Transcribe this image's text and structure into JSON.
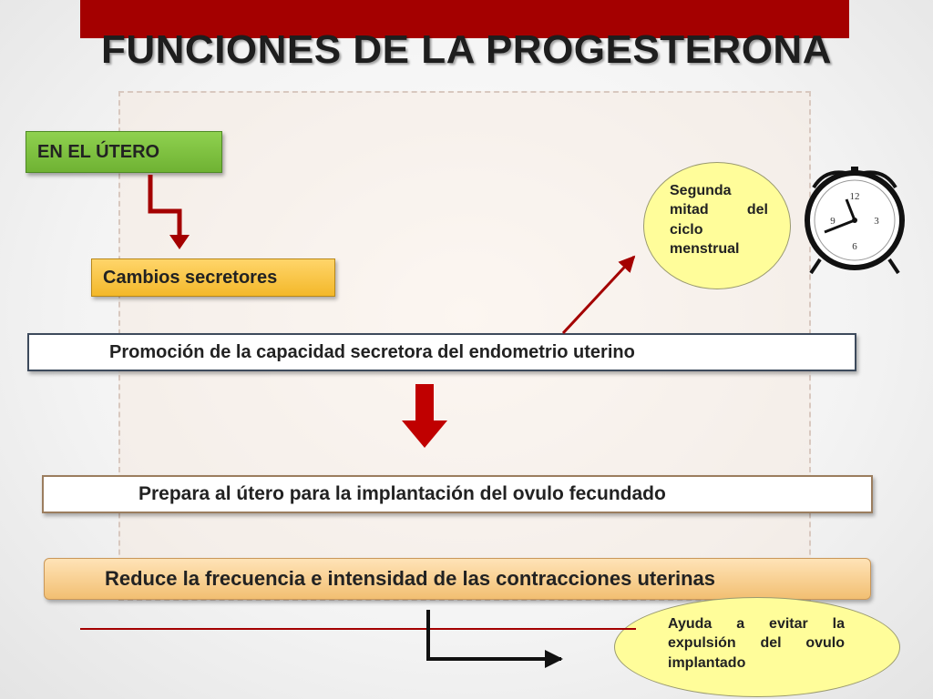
{
  "title": "FUNCIONES DE LA PROGESTERONA",
  "background_placeholder": "PLACEHOLDER",
  "boxes": {
    "en_utero": "EN EL ÚTERO",
    "cambios": "Cambios secretores",
    "promocion": "Promoción de  la capacidad secretora del endometrio uterino",
    "prepara": "Prepara al útero para la implantación del ovulo fecundado",
    "reduce": "Reduce la frecuencia e intensidad de las contracciones uterinas"
  },
  "callouts": {
    "segunda": "Segunda mitad del ciclo menstrual",
    "ayuda": "Ayuda a evitar la expulsión del ovulo implantado"
  },
  "clock": {
    "labels": [
      "12",
      "3",
      "6",
      "9"
    ]
  },
  "colors": {
    "accent_red": "#a40000",
    "green_box": "#7cc240",
    "yellow_box": "#f8c53a",
    "callout_fill": "#fffd9a"
  }
}
